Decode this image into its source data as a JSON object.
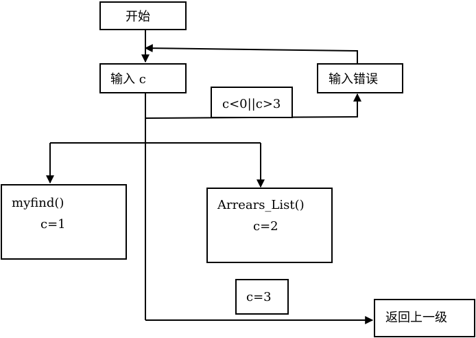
{
  "nodes": {
    "start": "开始",
    "input_c": "输入 c",
    "input_error": "输入错误",
    "condition": "c<0||c>3",
    "myfind": "myfind()",
    "myfind_cond": "c=1",
    "arrears": "Arrears_List()",
    "arrears_cond": "c=2",
    "cond_c3": "c=3",
    "return_up": "返回上一级"
  }
}
